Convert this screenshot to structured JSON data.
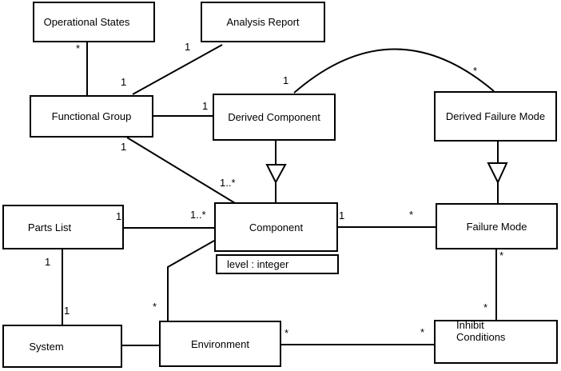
{
  "diagram": {
    "type": "uml-class-diagram",
    "classes": {
      "operational_states": {
        "label": "Operational States"
      },
      "analysis_report": {
        "label": "Analysis Report"
      },
      "functional_group": {
        "label": "Functional Group"
      },
      "derived_component": {
        "label": "Derived Component"
      },
      "derived_failure_mode": {
        "label": "Derived Failure Mode"
      },
      "parts_list": {
        "label": "Parts List"
      },
      "component": {
        "label": "Component",
        "attribute": "level : integer"
      },
      "failure_mode": {
        "label": "Failure Mode"
      },
      "system": {
        "label": "System"
      },
      "environment": {
        "label": "Environment"
      },
      "inhibit_conditions": {
        "label_line1": "Inhibit",
        "label_line2": "Conditions"
      }
    },
    "multiplicities": {
      "os_end": "*",
      "fg_os_end": "1",
      "ar_end": "1",
      "dc_fg_end": "1",
      "dc_arc_end": "1",
      "dfm_arc_end": "*",
      "fg_comp_end": "1",
      "comp_fg_end": "1..*",
      "pl_comp_end": "1",
      "comp_pl_end": "1..*",
      "comp_fm_end": "1",
      "fm_comp_end": "*",
      "pl_sys_end": "1",
      "sys_pl_end": "1",
      "env_comp_end": "*",
      "fm_inh_end": "*",
      "inh_fm_end": "*",
      "env_inh_end": "*",
      "inh_env_end": "*"
    },
    "associations": [
      {
        "type": "association",
        "from": "Operational States",
        "to": "Functional Group",
        "from_multiplicity": "*",
        "to_multiplicity": "1"
      },
      {
        "type": "association",
        "from": "Analysis Report",
        "to": "Functional Group",
        "from_multiplicity": "1",
        "to_multiplicity": ""
      },
      {
        "type": "association",
        "from": "Functional Group",
        "to": "Derived Component",
        "from_multiplicity": "",
        "to_multiplicity": "1"
      },
      {
        "type": "association",
        "from": "Functional Group",
        "to": "Component",
        "from_multiplicity": "1",
        "to_multiplicity": "1..*"
      },
      {
        "type": "association",
        "from": "Derived Component",
        "to": "Derived Failure Mode",
        "from_multiplicity": "1",
        "to_multiplicity": "*",
        "shape": "arc"
      },
      {
        "type": "generalization",
        "from": "Derived Component",
        "to": "Component"
      },
      {
        "type": "generalization",
        "from": "Derived Failure Mode",
        "to": "Failure Mode"
      },
      {
        "type": "association",
        "from": "Parts List",
        "to": "Component",
        "from_multiplicity": "1",
        "to_multiplicity": "1..*"
      },
      {
        "type": "association",
        "from": "Component",
        "to": "Failure Mode",
        "from_multiplicity": "1",
        "to_multiplicity": "*"
      },
      {
        "type": "association",
        "from": "Parts List",
        "to": "System",
        "from_multiplicity": "1",
        "to_multiplicity": "1"
      },
      {
        "type": "association",
        "from": "Component",
        "to": "Environment",
        "from_multiplicity": "",
        "to_multiplicity": "*"
      },
      {
        "type": "association",
        "from": "System",
        "to": "Environment",
        "from_multiplicity": "",
        "to_multiplicity": ""
      },
      {
        "type": "association",
        "from": "Failure Mode",
        "to": "Inhibit Conditions",
        "from_multiplicity": "*",
        "to_multiplicity": "*"
      },
      {
        "type": "association",
        "from": "Environment",
        "to": "Inhibit Conditions",
        "from_multiplicity": "*",
        "to_multiplicity": "*"
      }
    ]
  },
  "colors": {
    "background": "#ffffff",
    "line": "#000000",
    "box_fill": "#ffffff",
    "text": "#000000"
  }
}
